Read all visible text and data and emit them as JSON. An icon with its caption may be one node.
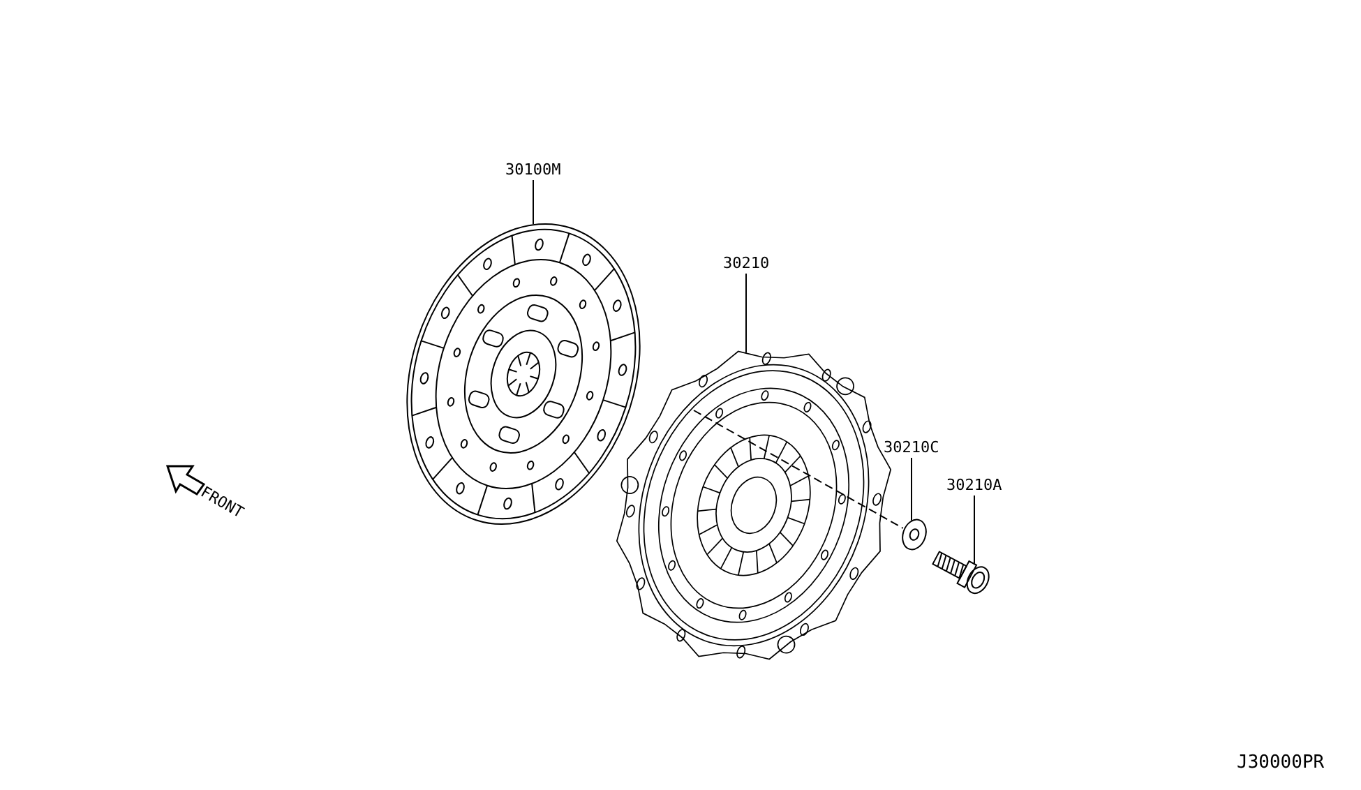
{
  "diagram": {
    "nodes": [
      {
        "text": [
          "30100M"
        ]
      },
      {
        "text": [],
        "shape": "picture"
      },
      {
        "text": [
          "30210"
        ]
      },
      {
        "text": [],
        "shape": "picture"
      },
      {
        "text": [
          "30210C"
        ]
      },
      {
        "text": [],
        "shape": "picture"
      },
      {
        "text": [
          "30210A"
        ]
      },
      {
        "text": [],
        "shape": "picture"
      }
    ],
    "edges": [
      {
        "from": 0,
        "to": 1,
        "arrow": "none"
      },
      {
        "from": 2,
        "to": 3,
        "arrow": "none"
      },
      {
        "from": 4,
        "to": 5,
        "arrow": "none"
      },
      {
        "from": 6,
        "to": 7,
        "arrow": "none"
      },
      {
        "from": 3,
        "to": 5,
        "arrow": "none",
        "style": "dashed"
      }
    ],
    "labels": [
      "FRONT",
      "J30000PR"
    ]
  }
}
